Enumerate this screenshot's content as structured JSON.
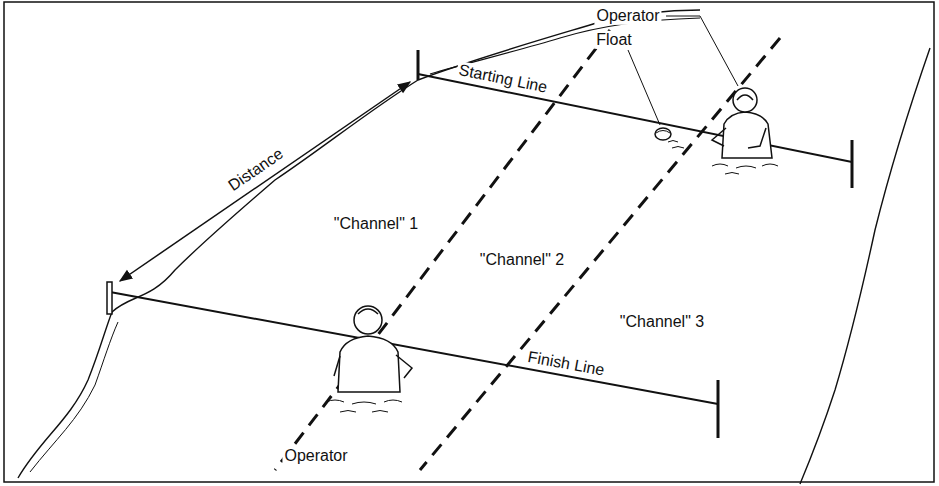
{
  "diagram": {
    "labels": [
      "Operator",
      "Float",
      "Starting Line",
      "Distance",
      "\"Channel\" 1",
      "\"Channel\" 2",
      "\"Channel\" 3",
      "Finish Line",
      "Operator"
    ]
  }
}
